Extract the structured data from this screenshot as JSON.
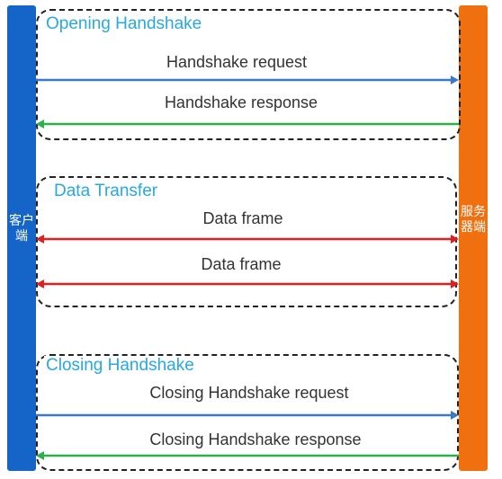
{
  "colors": {
    "client_bar": "#1565c8",
    "server_bar": "#f07010",
    "request_arrow": "#3a78c8",
    "response_arrow": "#2db04a",
    "data_arrow": "#e02020",
    "phase_title": "#29a8e0"
  },
  "client": {
    "label": "客户端"
  },
  "server": {
    "label": "服务器端"
  },
  "phases": [
    {
      "title": "Opening Handshake",
      "messages": [
        {
          "label": "Handshake request",
          "direction": "client-to-server",
          "kind": "request"
        },
        {
          "label": "Handshake response",
          "direction": "server-to-client",
          "kind": "response"
        }
      ]
    },
    {
      "title": "Data Transfer",
      "messages": [
        {
          "label": "Data frame",
          "direction": "bidirectional",
          "kind": "data"
        },
        {
          "label": "Data frame",
          "direction": "bidirectional",
          "kind": "data"
        }
      ]
    },
    {
      "title": "Closing Handshake",
      "messages": [
        {
          "label": "Closing Handshake request",
          "direction": "client-to-server",
          "kind": "request"
        },
        {
          "label": "Closing Handshake response",
          "direction": "server-to-client",
          "kind": "response"
        }
      ]
    }
  ]
}
